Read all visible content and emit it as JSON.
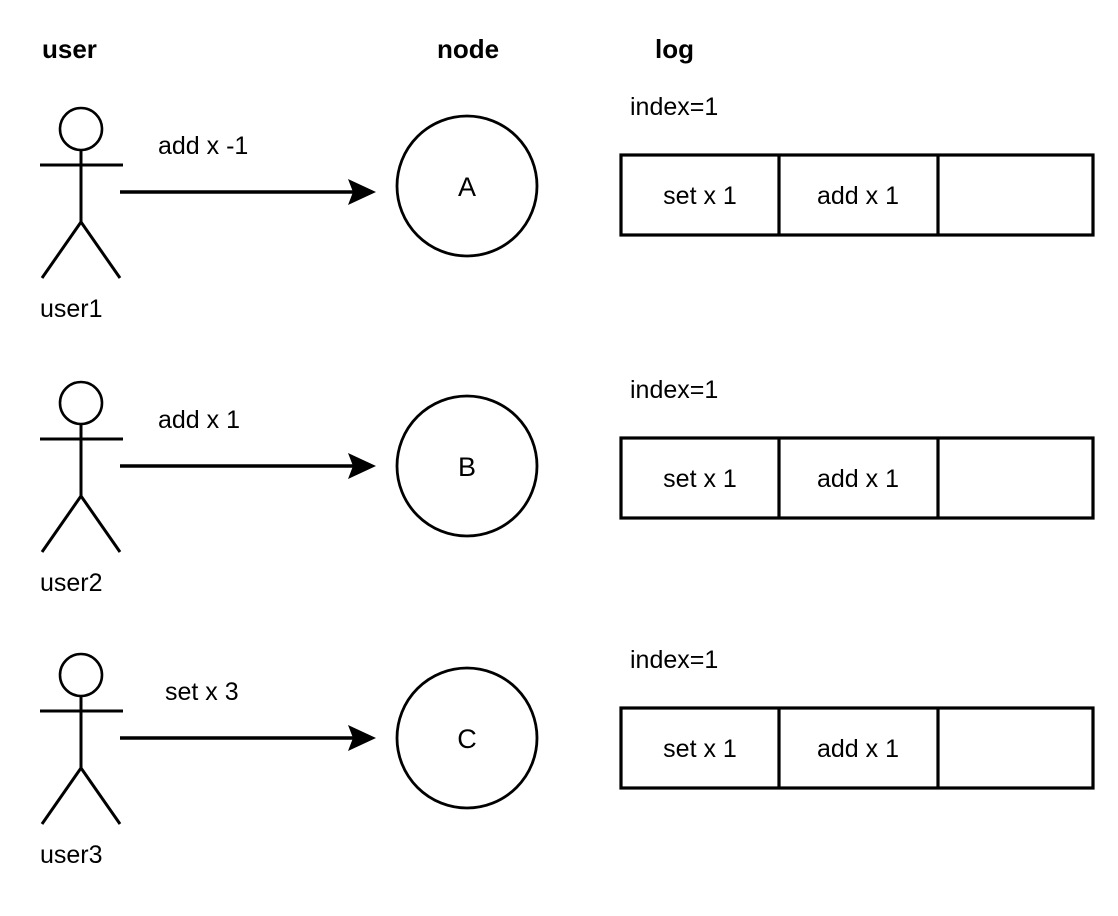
{
  "diagram": {
    "title": "distributed-log-replication",
    "background_color": "#ffffff",
    "stroke_color": "#000000",
    "columns": [
      {
        "id": "user",
        "label": "user"
      },
      {
        "id": "node",
        "label": "node"
      },
      {
        "id": "log",
        "label": "log"
      }
    ],
    "rows": [
      {
        "id": "row-1",
        "actor": {
          "name": "user1",
          "icon": "stick-figure-icon"
        },
        "message": "add x -1",
        "node": {
          "label": "A",
          "shape": "circle"
        },
        "log": {
          "index_label": "index=1",
          "index_value": 1,
          "entries": [
            "set x 1",
            "add x 1",
            ""
          ]
        }
      },
      {
        "id": "row-2",
        "actor": {
          "name": "user2",
          "icon": "stick-figure-icon"
        },
        "message": "add x 1",
        "node": {
          "label": "B",
          "shape": "circle"
        },
        "log": {
          "index_label": "index=1",
          "index_value": 1,
          "entries": [
            "set x 1",
            "add x 1",
            ""
          ]
        }
      },
      {
        "id": "row-3",
        "actor": {
          "name": "user3",
          "icon": "stick-figure-icon"
        },
        "message": "set x 3",
        "node": {
          "label": "C",
          "shape": "circle"
        },
        "log": {
          "index_label": "index=1",
          "index_value": 1,
          "entries": [
            "set x 1",
            "add x 1",
            ""
          ]
        }
      }
    ],
    "arrow_icon": "arrow-right-icon"
  }
}
